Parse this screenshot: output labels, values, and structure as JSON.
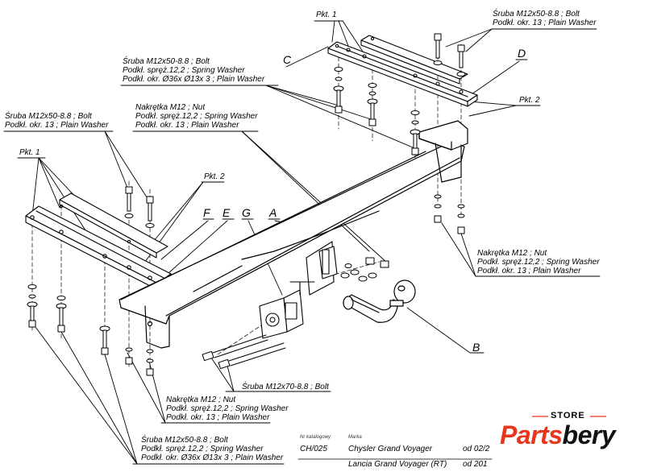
{
  "callouts": {
    "pkt1_top": "Pkt. 1",
    "pkt1_left": "Pkt. 1",
    "pkt2_right": "Pkt. 2",
    "pkt2_left": "Pkt. 2",
    "bolt_top_right": [
      "Śruba M12x50-8.8 ;  Bolt",
      "Podkł. okr. 13 ; Plain Washer"
    ],
    "bolt_top_center": [
      "Śruba M12x50-8.8 ;  Bolt",
      "Podkł. spręż.12,2 ; Spring Washer",
      "Podkł. okr.  Ø36x Ø13x 3 ; Plain Washer"
    ],
    "bolt_left": [
      "Śruba M12x50-8.8 ;  Bolt",
      "Podkł. okr. 13 ; Plain Washer"
    ],
    "nut_center": [
      "Nakrętka  M12 ; Nut",
      "Podkł. spręż.12,2 ; Spring Washer",
      "Podkł. okr. 13 ; Plain Washer"
    ],
    "nut_right": [
      "Nakrętka  M12 ; Nut",
      "Podkł. spręż.12,2 ; Spring Washer",
      "Podkł. okr. 13 ; Plain Washer"
    ],
    "bolt_m12x70": "Śruba M12x70-8.8 ;  Bolt",
    "nut_bottom": [
      "Nakrętka  M12 ; Nut",
      "Podkł. spręż.12,2 ; Spring Washer",
      "Podkł. okr. 13 ; Plain Washer"
    ],
    "bolt_bottom": [
      "Śruba M12x50-8.8 ;  Bolt",
      "Podkł. spręż.12,2 ; Spring Washer",
      "Podkł. okr.  Ø36x Ø13x 3 ; Plain Washer"
    ]
  },
  "letters": {
    "A": "A",
    "B": "B",
    "C": "C",
    "D": "D",
    "E": "E",
    "F": "F",
    "G": "G"
  },
  "table": {
    "catalog_header": "Nr katalogowy",
    "catalog_value": "CH/025",
    "brand_header": "Marka",
    "rows": [
      {
        "model": "Chysler Grand Voyager",
        "year": "od 02/2"
      },
      {
        "model": "Lancia Grand Voyager (RT)",
        "year": "od 201"
      }
    ]
  },
  "brand": {
    "store": "STORE",
    "name_part1": "Parts",
    "name_part2": "bery",
    "accent_color": "#e8361d"
  }
}
